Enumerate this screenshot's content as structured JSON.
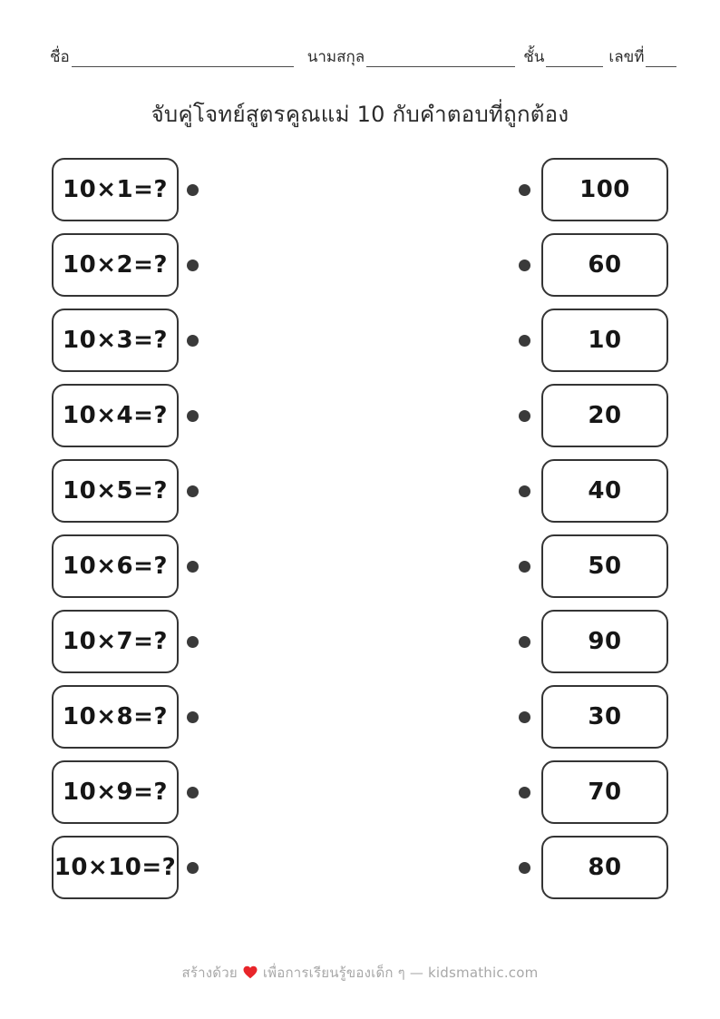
{
  "header": {
    "name_label": "ชื่อ",
    "surname_label": "นามสกุล",
    "class_label": "ชั้น",
    "number_label": "เลขที่"
  },
  "title": "จับคู่โจทย์สูตรคูณแม่ 10 กับคำตอบที่ถูกต้อง",
  "matching": {
    "rows": [
      {
        "problem": "10×1=?",
        "answer": "100"
      },
      {
        "problem": "10×2=?",
        "answer": "60"
      },
      {
        "problem": "10×3=?",
        "answer": "10"
      },
      {
        "problem": "10×4=?",
        "answer": "20"
      },
      {
        "problem": "10×5=?",
        "answer": "40"
      },
      {
        "problem": "10×6=?",
        "answer": "50"
      },
      {
        "problem": "10×7=?",
        "answer": "90"
      },
      {
        "problem": "10×8=?",
        "answer": "30"
      },
      {
        "problem": "10×9=?",
        "answer": "70"
      },
      {
        "problem": "10×10=?",
        "answer": "80"
      }
    ]
  },
  "footer": {
    "made_with": "สร้างด้วย",
    "heart_icon": "❤",
    "tagline": "เพื่อการเรียนรู้ของเด็ก ๆ — kidsmathic.com"
  },
  "colors": {
    "card_border": "#343434",
    "text": "#1c1c1c",
    "dot": "#3a3a3a",
    "footer_text": "#a8a8a8",
    "heart_red": "#e8252a"
  }
}
